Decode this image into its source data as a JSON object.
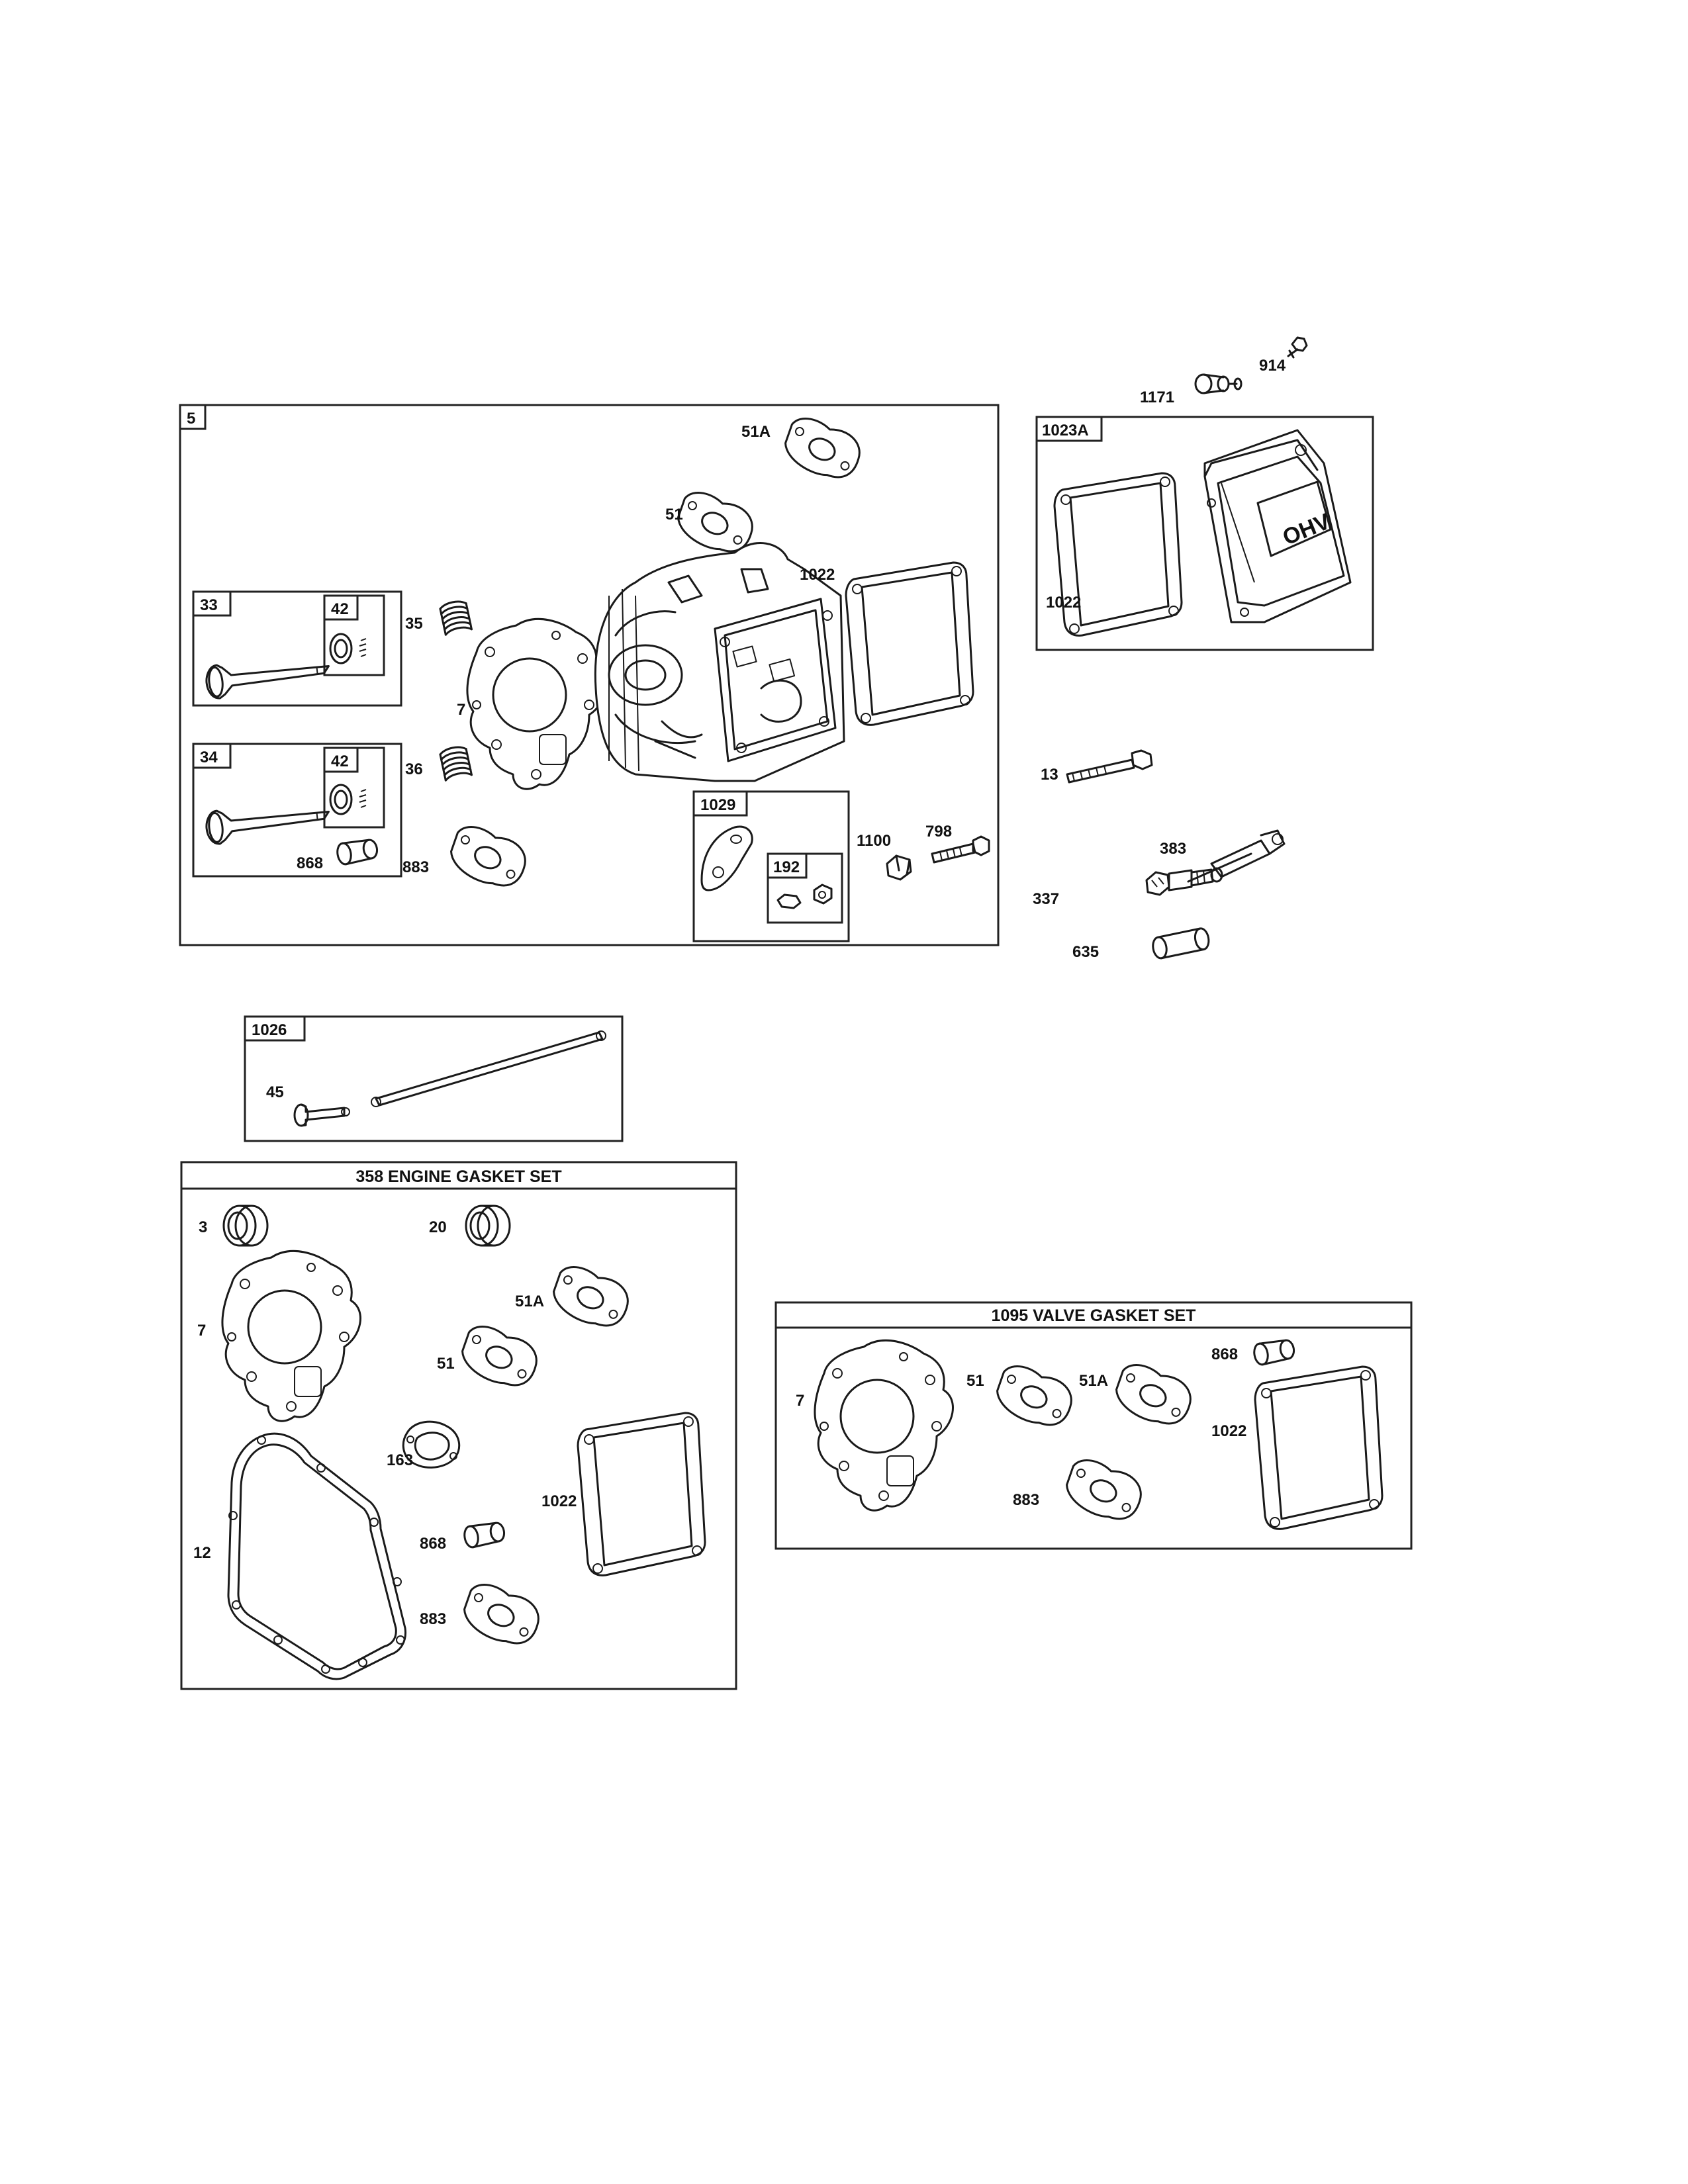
{
  "callouts": {
    "c914": "914",
    "c1171": "1171",
    "c5": "5",
    "c51A_top": "51A",
    "c51_top": "51",
    "c1022_top": "1022",
    "c33": "33",
    "c42_a": "42",
    "c35": "35",
    "c7_top": "7",
    "c34": "34",
    "c42_b": "42",
    "c36": "36",
    "c868_top": "868",
    "c883_top": "883",
    "c1029": "1029",
    "c192": "192",
    "c1100": "1100",
    "c798": "798",
    "c1023A": "1023A",
    "c1022_cover": "1022",
    "cover_lettering": "OHV",
    "c13": "13",
    "c383": "383",
    "c337": "337",
    "c635": "635",
    "c1026": "1026",
    "c45": "45",
    "eg_3": "3",
    "eg_20": "20",
    "eg_51A": "51A",
    "eg_7": "7",
    "eg_51": "51",
    "eg_163": "163",
    "eg_1022": "1022",
    "eg_12": "12",
    "eg_868": "868",
    "eg_883": "883",
    "vg_868": "868",
    "vg_51": "51",
    "vg_51A": "51A",
    "vg_7": "7",
    "vg_1022": "1022",
    "vg_883": "883"
  },
  "sets": {
    "engine_gasket_title": "358 ENGINE GASKET SET",
    "valve_gasket_title": "1095 VALVE GASKET SET"
  }
}
